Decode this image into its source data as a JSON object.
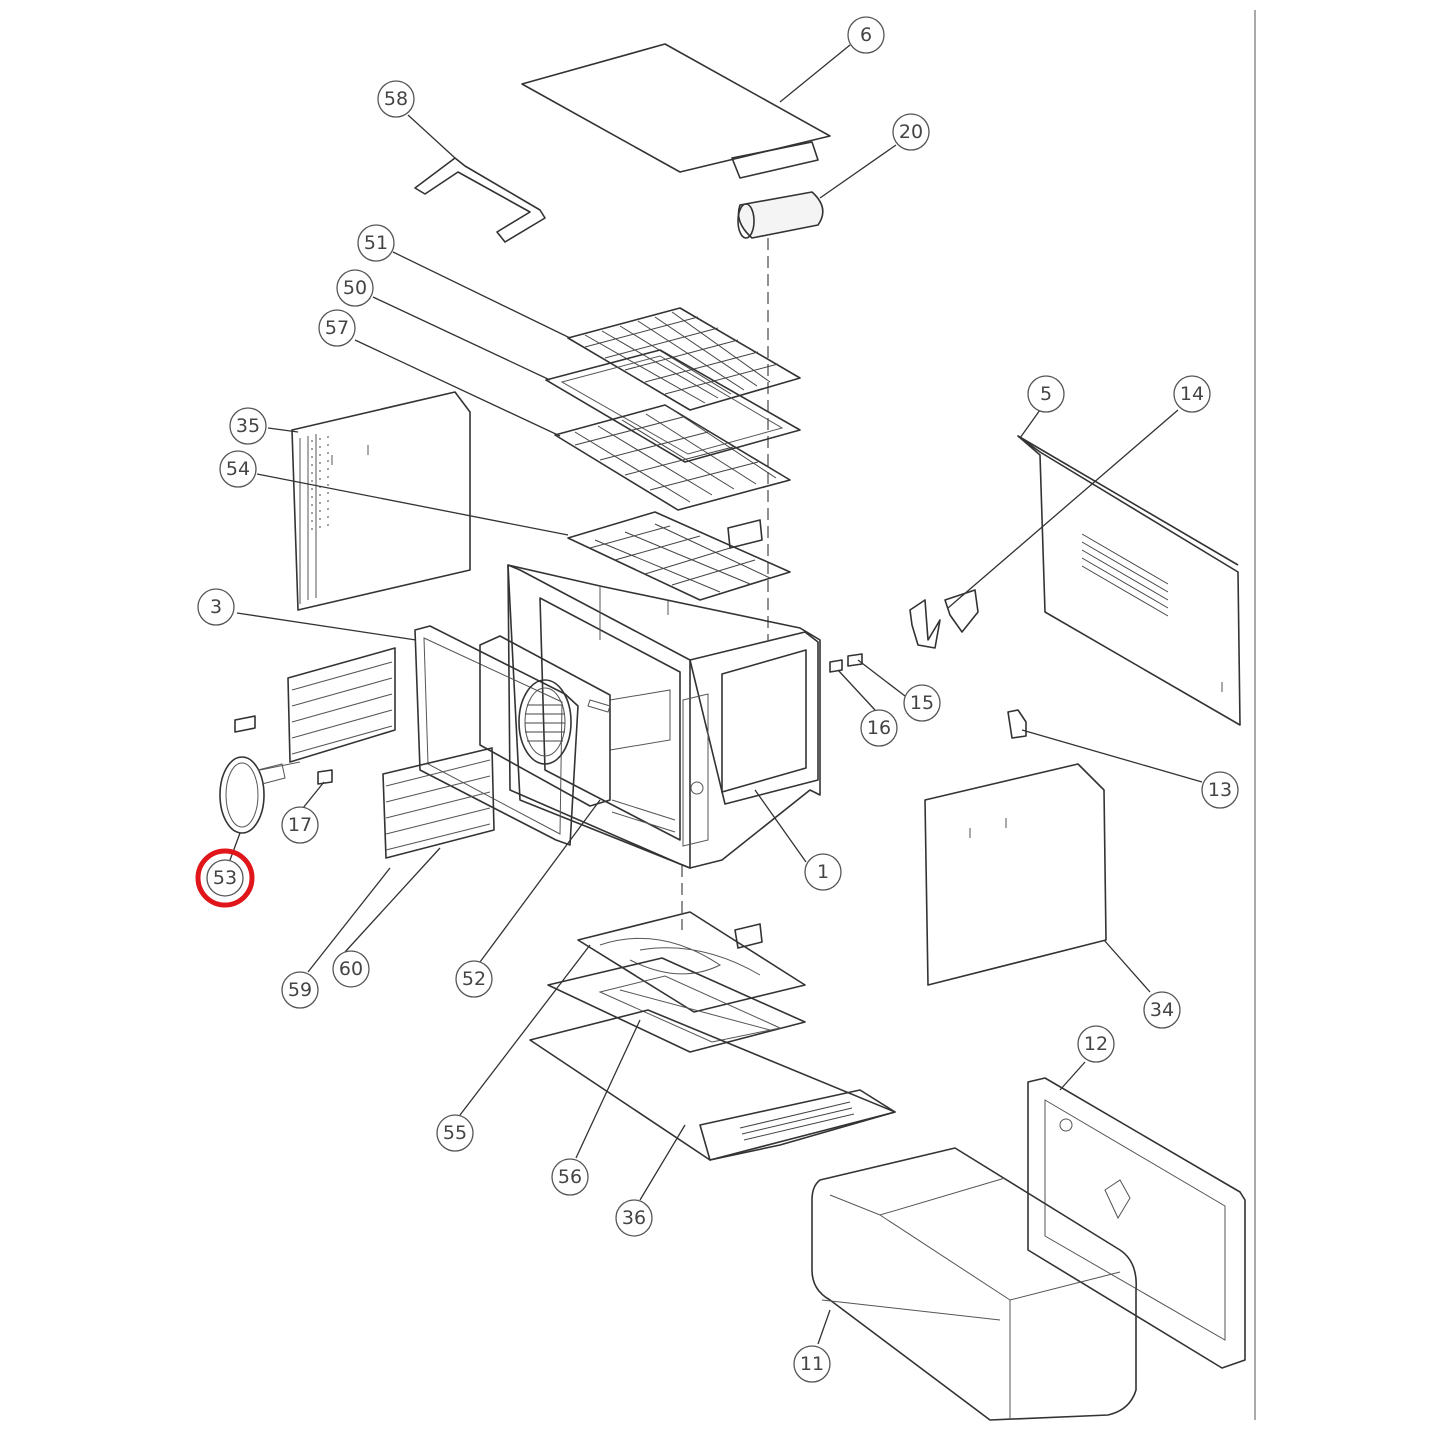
{
  "callouts": [
    {
      "id": "c6",
      "label": "6"
    },
    {
      "id": "c58",
      "label": "58"
    },
    {
      "id": "c20",
      "label": "20"
    },
    {
      "id": "c51",
      "label": "51"
    },
    {
      "id": "c50",
      "label": "50"
    },
    {
      "id": "c57",
      "label": "57"
    },
    {
      "id": "c35",
      "label": "35"
    },
    {
      "id": "c54",
      "label": "54"
    },
    {
      "id": "c5",
      "label": "5"
    },
    {
      "id": "c14",
      "label": "14"
    },
    {
      "id": "c3",
      "label": "3"
    },
    {
      "id": "c15",
      "label": "15"
    },
    {
      "id": "c16",
      "label": "16"
    },
    {
      "id": "c13",
      "label": "13"
    },
    {
      "id": "c17",
      "label": "17"
    },
    {
      "id": "c1",
      "label": "1"
    },
    {
      "id": "c53",
      "label": "53",
      "highlighted": true
    },
    {
      "id": "c34",
      "label": "34"
    },
    {
      "id": "c60",
      "label": "60"
    },
    {
      "id": "c59",
      "label": "59"
    },
    {
      "id": "c52",
      "label": "52"
    },
    {
      "id": "c12",
      "label": "12"
    },
    {
      "id": "c55",
      "label": "55"
    },
    {
      "id": "c56",
      "label": "56"
    },
    {
      "id": "c36",
      "label": "36"
    },
    {
      "id": "c11",
      "label": "11"
    }
  ],
  "highlight_color": "#e0161b"
}
